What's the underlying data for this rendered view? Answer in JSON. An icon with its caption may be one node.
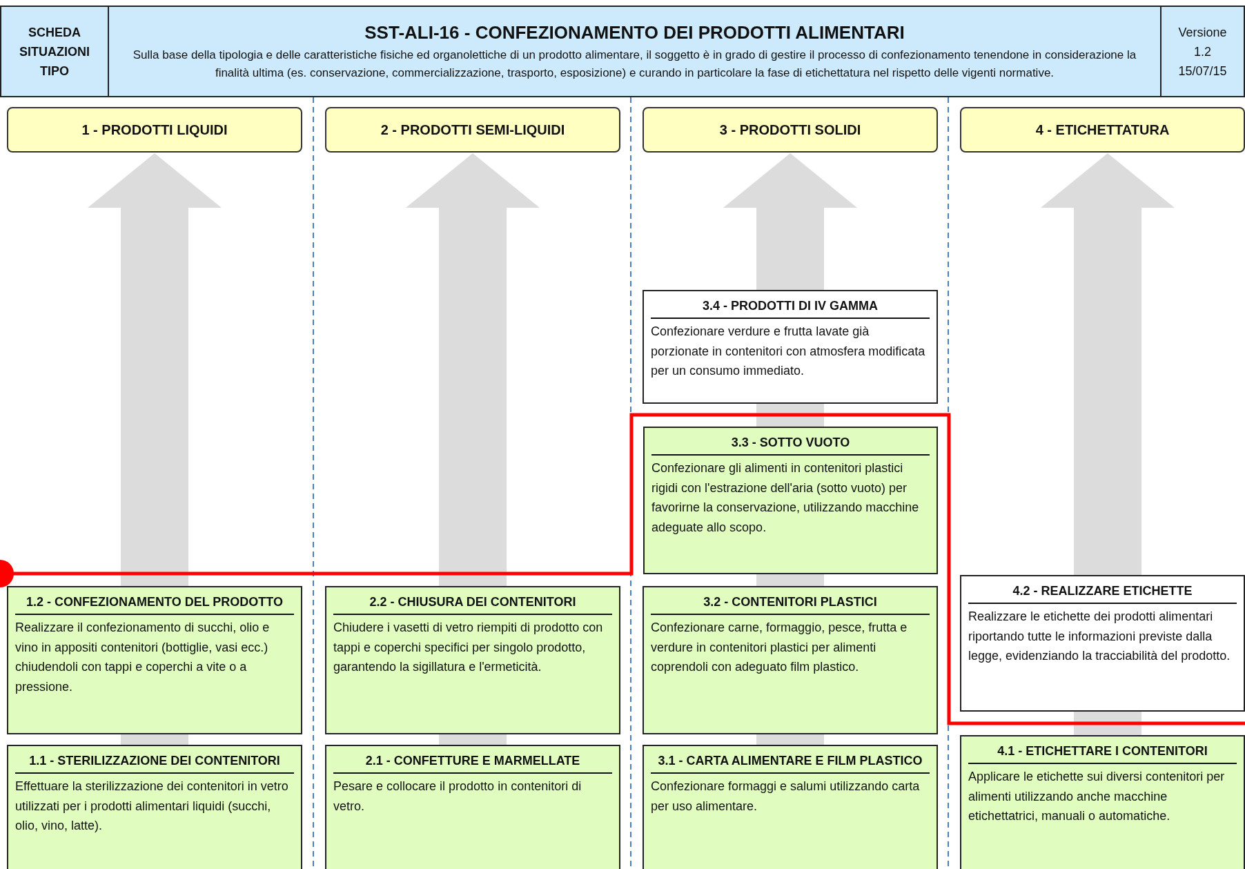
{
  "diagram": {
    "title": "SST-ALI-16  -  CONFEZIONAMENTO DEI PRODOTTI ALIMENTARI",
    "nodes": [
      {
        "text": [
          "SCHEDA SITUAZIONI TIPO"
        ]
      },
      {
        "text": [
          "Sulla base della tipologia e delle caratteristiche fisiche ed organolettiche di un prodotto alimentare, il soggetto è in grado di gestire il processo di confezionamento tenendone in considerazione la finalità ultima (es. conservazione, commercializzazione, trasporto, esposizione) e curando in particolare la fase di etichettatura nel rispetto delle vigenti normative."
        ]
      },
      {
        "text": [
          "Versione",
          "1.2",
          "15/07/15"
        ]
      },
      {
        "text": [
          "1 - PRODOTTI LIQUIDI"
        ]
      },
      {
        "text": [
          "2 - PRODOTTI SEMI-LIQUIDI"
        ]
      },
      {
        "text": [
          "3 - PRODOTTI SOLIDI"
        ]
      },
      {
        "text": [
          "4 - ETICHETTATURA"
        ]
      },
      {
        "text": [
          "3.4 - PRODOTTI DI IV GAMMA",
          "Confezionare verdure e frutta lavate già porzionate in contenitori con atmosfera modificata per un consumo immediato."
        ]
      },
      {
        "text": [
          "3.3 - SOTTO VUOTO",
          "Confezionare gli alimenti in contenitori plastici rigidi con l'estrazione dell'aria (sotto vuoto) per favorirne la conservazione, utilizzando macchine adeguate allo scopo."
        ]
      },
      {
        "text": [
          "1.2 - CONFEZIONAMENTO DEL PRODOTTO",
          "Realizzare il confezionamento di succhi, olio e vino in appositi contenitori (bottiglie, vasi ecc.) chiudendoli con tappi e coperchi a vite o a pressione."
        ]
      },
      {
        "text": [
          "2.2 - CHIUSURA DEI CONTENITORI",
          "Chiudere i vasetti di vetro riempiti di prodotto con tappi e coperchi specifici per singolo prodotto, garantendo la sigillatura e l'ermeticità."
        ]
      },
      {
        "text": [
          "3.2 - CONTENITORI PLASTICI",
          "Confezionare carne, formaggio, pesce, frutta e verdure in contenitori plastici per alimenti coprendoli con adeguato film plastico."
        ]
      },
      {
        "text": [
          "4.2 - REALIZZARE ETICHETTE",
          "Realizzare le etichette dei prodotti alimentari riportando tutte le informazioni previste dalla legge, evidenziando la tracciabilità del prodotto."
        ]
      },
      {
        "text": [
          "1.1 - STERILIZZAZIONE DEI CONTENITORI",
          "Effettuare la sterilizzazione dei contenitori in vetro utilizzati per i prodotti alimentari liquidi (succhi, olio, vino, latte)."
        ]
      },
      {
        "text": [
          "2.1 - CONFETTURE E MARMELLATE",
          "Pesare e collocare il prodotto in contenitori di vetro."
        ]
      },
      {
        "text": [
          "3.1 - CARTA ALIMENTARE E FILM PLASTICO",
          "Confezionare formaggi e salumi utilizzando carta per uso alimentare."
        ]
      },
      {
        "text": [
          "4.1 - ETICHETTARE I CONTENITORI",
          "Applicare le etichette sui diversi contenitori per alimenti utilizzando anche macchine etichettatrici, manuali o automatiche."
        ]
      }
    ]
  }
}
